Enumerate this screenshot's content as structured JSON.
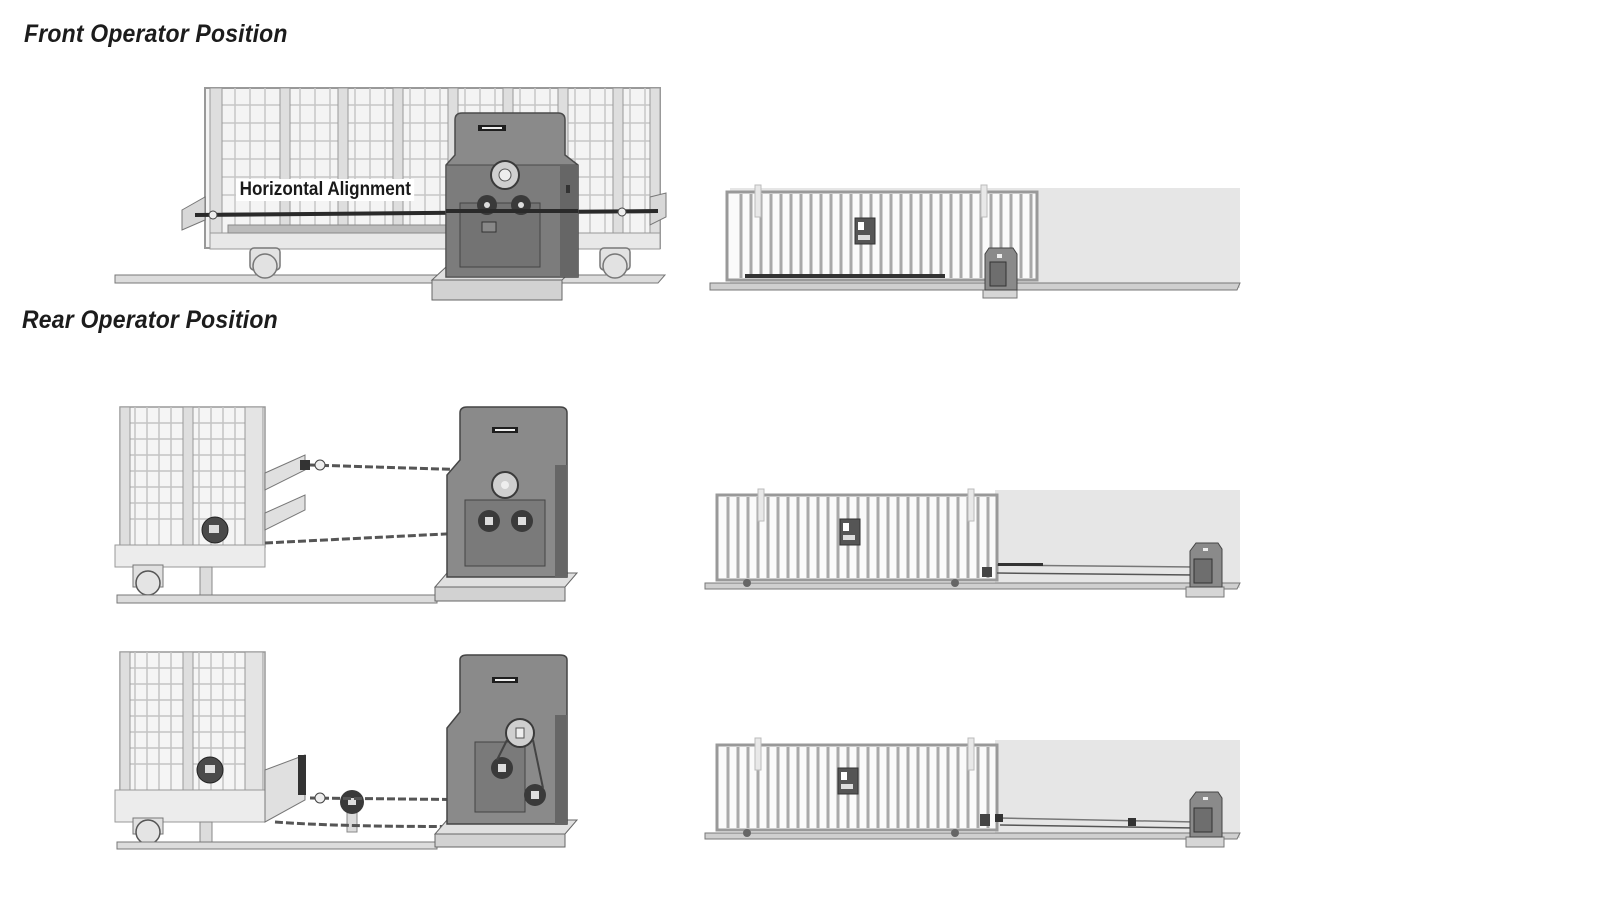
{
  "sections": {
    "front": {
      "title": "Front Operator Position",
      "annotation": "Horizontal Alignment"
    },
    "rear": {
      "title": "Rear Operator Position"
    }
  },
  "diagrams": [
    {
      "id": "front-closeup",
      "view": "close-up",
      "position": "front",
      "chain_routing": "straight horizontal through operator"
    },
    {
      "id": "front-overview",
      "view": "overview",
      "position": "front",
      "operator_location": "in front of gate at post"
    },
    {
      "id": "rear-closeup-1",
      "view": "close-up",
      "position": "rear",
      "chain_routing": "two brackets, parallel chains to operator"
    },
    {
      "id": "rear-overview-1",
      "view": "overview",
      "position": "rear",
      "operator_location": "behind gate at end of track"
    },
    {
      "id": "rear-closeup-2",
      "view": "close-up",
      "position": "rear",
      "chain_routing": "single bracket with idler pulley, converging chains"
    },
    {
      "id": "rear-overview-2",
      "view": "overview",
      "position": "rear",
      "operator_location": "behind gate with idler support"
    }
  ],
  "colors": {
    "operator_body": "#8a8a8a",
    "operator_dark": "#5e5e5e",
    "gate_frame": "#a8a8a8",
    "mesh": "#c8c8c8",
    "wall": "#e6e6e6",
    "base": "#d4d4d4"
  }
}
